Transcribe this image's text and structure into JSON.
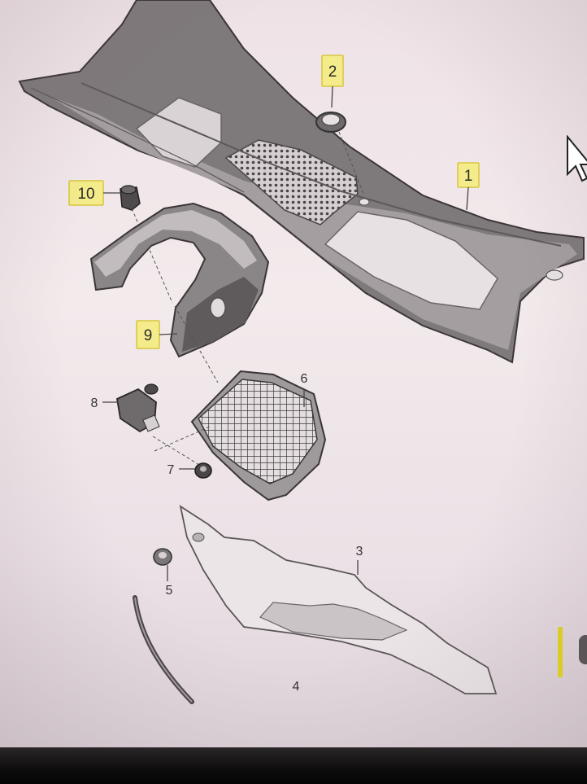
{
  "diagram": {
    "part_labels": {
      "p1": "1",
      "p2": "2",
      "p3": "3",
      "p4": "4",
      "p5": "5",
      "p6": "6",
      "p7": "7",
      "p8": "8",
      "p9": "9",
      "p10": "10"
    },
    "highlighted_labels": [
      "1",
      "2",
      "9",
      "10"
    ],
    "colors": {
      "part_fill": "#7e797b",
      "part_light": "#bdb6b8",
      "highlight": "#f4ec8a",
      "screen_background": "#efe5e8"
    },
    "icons": [
      "mouse-cursor-icon"
    ]
  }
}
